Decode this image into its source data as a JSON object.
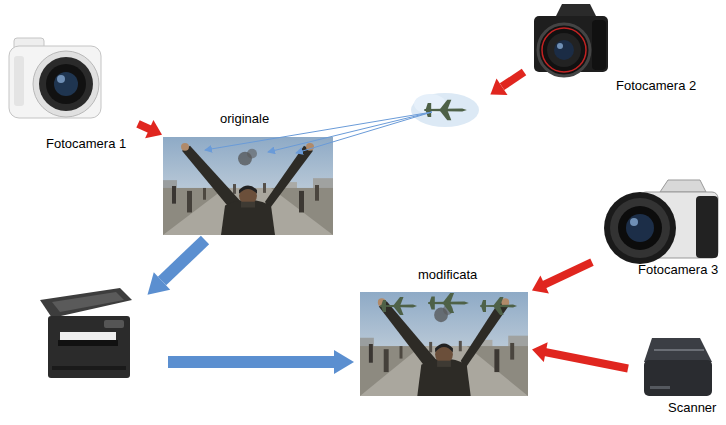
{
  "diagram": {
    "nodes": [
      {
        "text": [
          "Fotocamera 1"
        ]
      },
      {
        "text": [
          "originale"
        ]
      },
      {
        "text": [
          "Fotocamera 2"
        ]
      },
      {
        "text": [
          "modificata"
        ]
      },
      {
        "text": [
          "Fotocamera 3"
        ]
      },
      {
        "text": [
          "Scanner"
        ]
      }
    ],
    "edges": [
      {
        "from": 0,
        "to": 1,
        "arrow": "to"
      },
      {
        "from": 4,
        "to": 3,
        "arrow": "to"
      },
      {
        "from": 5,
        "to": 3,
        "arrow": "to"
      }
    ]
  }
}
